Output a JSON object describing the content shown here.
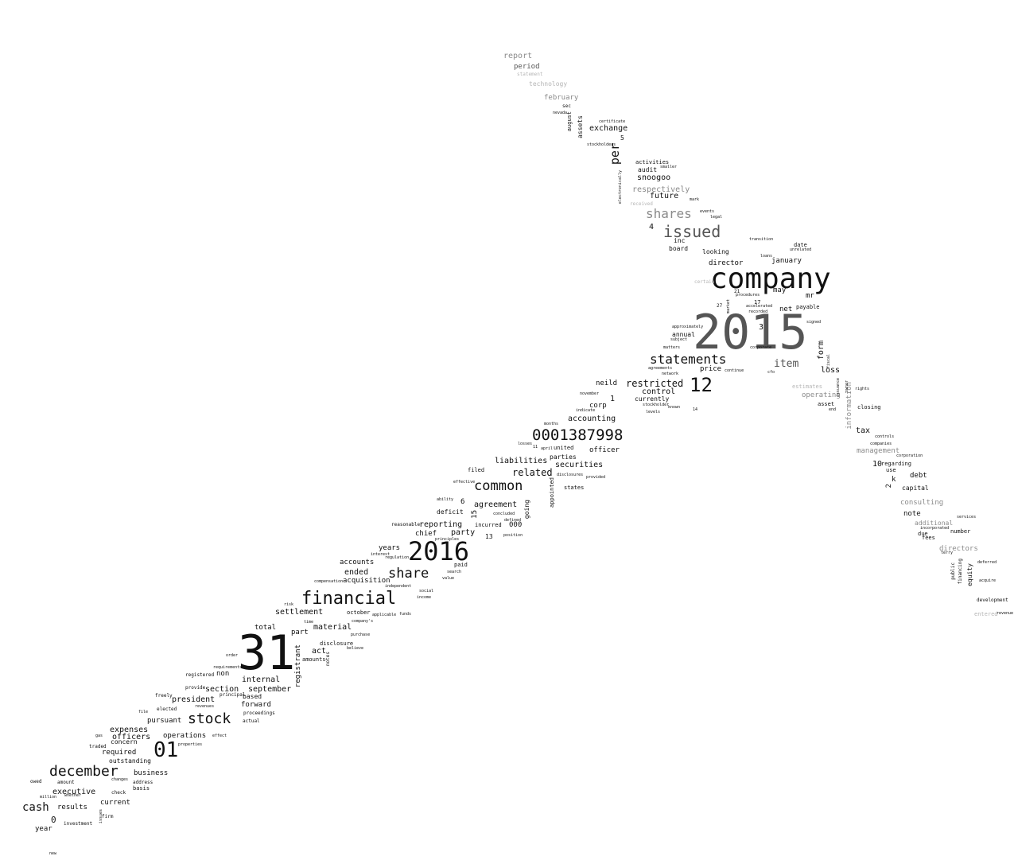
{
  "colors": {
    "background": "#ffffff",
    "dark": "#111111",
    "mid": "#555555",
    "light": "#8a8a8a",
    "faint": "#b5b5b5"
  },
  "words": [
    {
      "text": "report",
      "c": "light"
    },
    {
      "text": "period",
      "c": "mid"
    },
    {
      "text": "statement",
      "c": "faint"
    },
    {
      "text": "technology",
      "c": "faint"
    },
    {
      "text": "february",
      "c": "light"
    },
    {
      "text": "august",
      "c": "dark"
    },
    {
      "text": "assets",
      "c": "dark"
    },
    {
      "text": "exchange",
      "c": "dark"
    },
    {
      "text": "5",
      "c": "dark"
    },
    {
      "text": "per",
      "c": "dark"
    },
    {
      "text": "activities",
      "c": "dark"
    },
    {
      "text": "audit",
      "c": "dark"
    },
    {
      "text": "snoogoo",
      "c": "dark"
    },
    {
      "text": "respectively",
      "c": "light"
    },
    {
      "text": "future",
      "c": "dark"
    },
    {
      "text": "shares",
      "c": "light"
    },
    {
      "text": "4",
      "c": "dark"
    },
    {
      "text": "issued",
      "c": "mid"
    },
    {
      "text": "inc",
      "c": "dark"
    },
    {
      "text": "board",
      "c": "dark"
    },
    {
      "text": "looking",
      "c": "dark"
    },
    {
      "text": "date",
      "c": "dark"
    },
    {
      "text": "director",
      "c": "dark"
    },
    {
      "text": "january",
      "c": "dark"
    },
    {
      "text": "company",
      "c": "dark"
    },
    {
      "text": "may",
      "c": "dark"
    },
    {
      "text": "mr",
      "c": "dark"
    },
    {
      "text": "net",
      "c": "dark"
    },
    {
      "text": "payable",
      "c": "dark"
    },
    {
      "text": "2015",
      "c": "mid"
    },
    {
      "text": "3",
      "c": "dark"
    },
    {
      "text": "annual",
      "c": "dark"
    },
    {
      "text": "statements",
      "c": "dark"
    },
    {
      "text": "item",
      "c": "mid"
    },
    {
      "text": "form",
      "c": "dark"
    },
    {
      "text": "price",
      "c": "dark"
    },
    {
      "text": "loss",
      "c": "dark"
    },
    {
      "text": "neild",
      "c": "dark"
    },
    {
      "text": "restricted",
      "c": "dark"
    },
    {
      "text": "12",
      "c": "dark"
    },
    {
      "text": "control",
      "c": "dark"
    },
    {
      "text": "1",
      "c": "dark"
    },
    {
      "text": "corp",
      "c": "dark"
    },
    {
      "text": "currently",
      "c": "dark"
    },
    {
      "text": "estimates",
      "c": "faint"
    },
    {
      "text": "operating",
      "c": "light"
    },
    {
      "text": "asset",
      "c": "dark"
    },
    {
      "text": "closing",
      "c": "dark"
    },
    {
      "text": "information",
      "c": "light"
    },
    {
      "text": "accounting",
      "c": "dark"
    },
    {
      "text": "tax",
      "c": "dark"
    },
    {
      "text": "0001387998",
      "c": "dark"
    },
    {
      "text": "officer",
      "c": "dark"
    },
    {
      "text": "united",
      "c": "dark"
    },
    {
      "text": "parties",
      "c": "dark"
    },
    {
      "text": "management",
      "c": "light"
    },
    {
      "text": "liabilities",
      "c": "dark"
    },
    {
      "text": "securities",
      "c": "dark"
    },
    {
      "text": "10",
      "c": "dark"
    },
    {
      "text": "regarding",
      "c": "dark"
    },
    {
      "text": "filed",
      "c": "dark"
    },
    {
      "text": "related",
      "c": "dark"
    },
    {
      "text": "use",
      "c": "dark"
    },
    {
      "text": "debt",
      "c": "dark"
    },
    {
      "text": "common",
      "c": "dark"
    },
    {
      "text": "appointed",
      "c": "dark"
    },
    {
      "text": "states",
      "c": "dark"
    },
    {
      "text": "k",
      "c": "dark"
    },
    {
      "text": "2",
      "c": "dark"
    },
    {
      "text": "capital",
      "c": "dark"
    },
    {
      "text": "6",
      "c": "dark"
    },
    {
      "text": "agreement",
      "c": "dark"
    },
    {
      "text": "consulting",
      "c": "light"
    },
    {
      "text": "deficit",
      "c": "dark"
    },
    {
      "text": "going",
      "c": "dark"
    },
    {
      "text": "15",
      "c": "dark"
    },
    {
      "text": "note",
      "c": "dark"
    },
    {
      "text": "reporting",
      "c": "dark"
    },
    {
      "text": "incurred",
      "c": "dark"
    },
    {
      "text": "000",
      "c": "dark"
    },
    {
      "text": "additional",
      "c": "light"
    },
    {
      "text": "chief",
      "c": "dark"
    },
    {
      "text": "party",
      "c": "dark"
    },
    {
      "text": "due",
      "c": "dark"
    },
    {
      "text": "number",
      "c": "dark"
    },
    {
      "text": "13",
      "c": "dark"
    },
    {
      "text": "2016",
      "c": "dark"
    },
    {
      "text": "fees",
      "c": "dark"
    },
    {
      "text": "years",
      "c": "dark"
    },
    {
      "text": "directors",
      "c": "light"
    },
    {
      "text": "accounts",
      "c": "dark"
    },
    {
      "text": "ended",
      "c": "dark"
    },
    {
      "text": "share",
      "c": "dark"
    },
    {
      "text": "paid",
      "c": "dark"
    },
    {
      "text": "acquisition",
      "c": "dark"
    },
    {
      "text": "equity",
      "c": "dark"
    },
    {
      "text": "financing",
      "c": "dark"
    },
    {
      "text": "public",
      "c": "dark"
    },
    {
      "text": "financial",
      "c": "dark"
    },
    {
      "text": "development",
      "c": "dark"
    },
    {
      "text": "entered",
      "c": "faint"
    },
    {
      "text": "settlement",
      "c": "dark"
    },
    {
      "text": "october",
      "c": "dark"
    },
    {
      "text": "total",
      "c": "dark"
    },
    {
      "text": "material",
      "c": "dark"
    },
    {
      "text": "part",
      "c": "dark"
    },
    {
      "text": "31",
      "c": "dark"
    },
    {
      "text": "act",
      "c": "dark"
    },
    {
      "text": "amounts",
      "c": "dark"
    },
    {
      "text": "disclosure",
      "c": "dark"
    },
    {
      "text": "registrant",
      "c": "dark"
    },
    {
      "text": "notes",
      "c": "dark"
    },
    {
      "text": "non",
      "c": "dark"
    },
    {
      "text": "internal",
      "c": "dark"
    },
    {
      "text": "section",
      "c": "dark"
    },
    {
      "text": "september",
      "c": "dark"
    },
    {
      "text": "president",
      "c": "dark"
    },
    {
      "text": "based",
      "c": "dark"
    },
    {
      "text": "forward",
      "c": "dark"
    },
    {
      "text": "stock",
      "c": "dark"
    },
    {
      "text": "pursuant",
      "c": "dark"
    },
    {
      "text": "expenses",
      "c": "dark"
    },
    {
      "text": "officers",
      "c": "dark"
    },
    {
      "text": "operations",
      "c": "dark"
    },
    {
      "text": "concern",
      "c": "dark"
    },
    {
      "text": "01",
      "c": "dark"
    },
    {
      "text": "required",
      "c": "dark"
    },
    {
      "text": "outstanding",
      "c": "dark"
    },
    {
      "text": "december",
      "c": "dark"
    },
    {
      "text": "business",
      "c": "dark"
    },
    {
      "text": "executive",
      "c": "dark"
    },
    {
      "text": "basis",
      "c": "dark"
    },
    {
      "text": "current",
      "c": "dark"
    },
    {
      "text": "cash",
      "c": "dark"
    },
    {
      "text": "results",
      "c": "dark"
    },
    {
      "text": "0",
      "c": "dark"
    },
    {
      "text": "year",
      "c": "dark"
    },
    {
      "text": "investment",
      "c": "dark"
    },
    {
      "text": "firm",
      "c": "dark"
    },
    {
      "text": "owed",
      "c": "dark"
    },
    {
      "text": "amount",
      "c": "dark"
    },
    {
      "text": "check",
      "c": "dark"
    },
    {
      "text": "address",
      "c": "dark"
    },
    {
      "text": "traded",
      "c": "dark"
    },
    {
      "text": "registered",
      "c": "dark"
    },
    {
      "text": "provide",
      "c": "dark"
    },
    {
      "text": "freely",
      "c": "dark"
    },
    {
      "text": "principal",
      "c": "dark"
    },
    {
      "text": "elected",
      "c": "dark"
    },
    {
      "text": "proceedings",
      "c": "dark"
    },
    {
      "text": "actual",
      "c": "dark"
    },
    {
      "text": "properties",
      "c": "dark"
    },
    {
      "text": "effect",
      "c": "dark"
    },
    {
      "text": "requirements",
      "c": "dark"
    },
    {
      "text": "order",
      "c": "dark"
    },
    {
      "text": "risk",
      "c": "dark"
    },
    {
      "text": "time",
      "c": "dark"
    },
    {
      "text": "company's",
      "c": "dark"
    },
    {
      "text": "purchase",
      "c": "dark"
    },
    {
      "text": "believe",
      "c": "dark"
    },
    {
      "text": "applicable",
      "c": "dark"
    },
    {
      "text": "funds",
      "c": "dark"
    },
    {
      "text": "compensation",
      "c": "dark"
    },
    {
      "text": "independent",
      "c": "dark"
    },
    {
      "text": "social",
      "c": "dark"
    },
    {
      "text": "income",
      "c": "dark"
    },
    {
      "text": "search",
      "c": "dark"
    },
    {
      "text": "value",
      "c": "dark"
    },
    {
      "text": "interest",
      "c": "dark"
    },
    {
      "text": "regulation",
      "c": "dark"
    },
    {
      "text": "reasonable",
      "c": "dark"
    },
    {
      "text": "principles",
      "c": "dark"
    },
    {
      "text": "position",
      "c": "dark"
    },
    {
      "text": "ability",
      "c": "dark"
    },
    {
      "text": "effective",
      "c": "dark"
    },
    {
      "text": "losses",
      "c": "dark"
    },
    {
      "text": "11",
      "c": "dark"
    },
    {
      "text": "april",
      "c": "dark"
    },
    {
      "text": "indicate",
      "c": "dark"
    },
    {
      "text": "disclosures",
      "c": "dark"
    },
    {
      "text": "provided",
      "c": "dark"
    },
    {
      "text": "defined",
      "c": "dark"
    },
    {
      "text": "concluded",
      "c": "dark"
    },
    {
      "text": "november",
      "c": "dark"
    },
    {
      "text": "months",
      "c": "dark"
    },
    {
      "text": "agreements",
      "c": "dark"
    },
    {
      "text": "network",
      "c": "dark"
    },
    {
      "text": "stockholder",
      "c": "dark"
    },
    {
      "text": "known",
      "c": "dark"
    },
    {
      "text": "levels",
      "c": "dark"
    },
    {
      "text": "14",
      "c": "dark"
    },
    {
      "text": "continue",
      "c": "dark"
    },
    {
      "text": "cfo",
      "c": "dark"
    },
    {
      "text": "matters",
      "c": "dark"
    },
    {
      "text": "subject",
      "c": "dark"
    },
    {
      "text": "approximately",
      "c": "dark"
    },
    {
      "text": "corporate",
      "c": "dark"
    },
    {
      "text": "signed",
      "c": "dark"
    },
    {
      "text": "recorded",
      "c": "dark"
    },
    {
      "text": "accelerated",
      "c": "dark"
    },
    {
      "text": "procedures",
      "c": "dark"
    },
    {
      "text": "17",
      "c": "dark"
    },
    {
      "text": "27",
      "c": "dark"
    },
    {
      "text": "21",
      "c": "dark"
    },
    {
      "text": "certain",
      "c": "faint"
    },
    {
      "text": "loans",
      "c": "dark"
    },
    {
      "text": "unrelated",
      "c": "dark"
    },
    {
      "text": "mark",
      "c": "dark"
    },
    {
      "text": "events",
      "c": "dark"
    },
    {
      "text": "legal",
      "c": "dark"
    },
    {
      "text": "received",
      "c": "faint"
    },
    {
      "text": "smaller",
      "c": "dark"
    },
    {
      "text": "sec",
      "c": "dark"
    },
    {
      "text": "nevada",
      "c": "dark"
    },
    {
      "text": "certificate",
      "c": "dark"
    },
    {
      "text": "stockholders",
      "c": "dark"
    },
    {
      "text": "electronically",
      "c": "dark"
    },
    {
      "text": "controls",
      "c": "dark"
    },
    {
      "text": "companies",
      "c": "dark"
    },
    {
      "text": "corporation",
      "c": "dark"
    },
    {
      "text": "incorporated",
      "c": "dark"
    },
    {
      "text": "terry",
      "c": "dark"
    },
    {
      "text": "deferred",
      "c": "dark"
    },
    {
      "text": "acquire",
      "c": "dark"
    },
    {
      "text": "services",
      "c": "dark"
    },
    {
      "text": "revenue",
      "c": "dark"
    },
    {
      "text": "rights",
      "c": "dark"
    },
    {
      "text": "end",
      "c": "dark"
    },
    {
      "text": "fiscal",
      "c": "dark"
    },
    {
      "text": "owner",
      "c": "dark"
    },
    {
      "text": "issuance",
      "c": "dark"
    },
    {
      "text": "million",
      "c": "dark"
    },
    {
      "text": "whether",
      "c": "dark"
    },
    {
      "text": "changes",
      "c": "dark"
    },
    {
      "text": "file",
      "c": "dark"
    },
    {
      "text": "revenues",
      "c": "dark"
    },
    {
      "text": "issues",
      "c": "dark"
    },
    {
      "text": "new",
      "c": "dark"
    },
    {
      "text": "gas",
      "c": "dark"
    },
    {
      "text": "market",
      "c": "dark"
    },
    {
      "text": "transition",
      "c": "dark"
    }
  ]
}
